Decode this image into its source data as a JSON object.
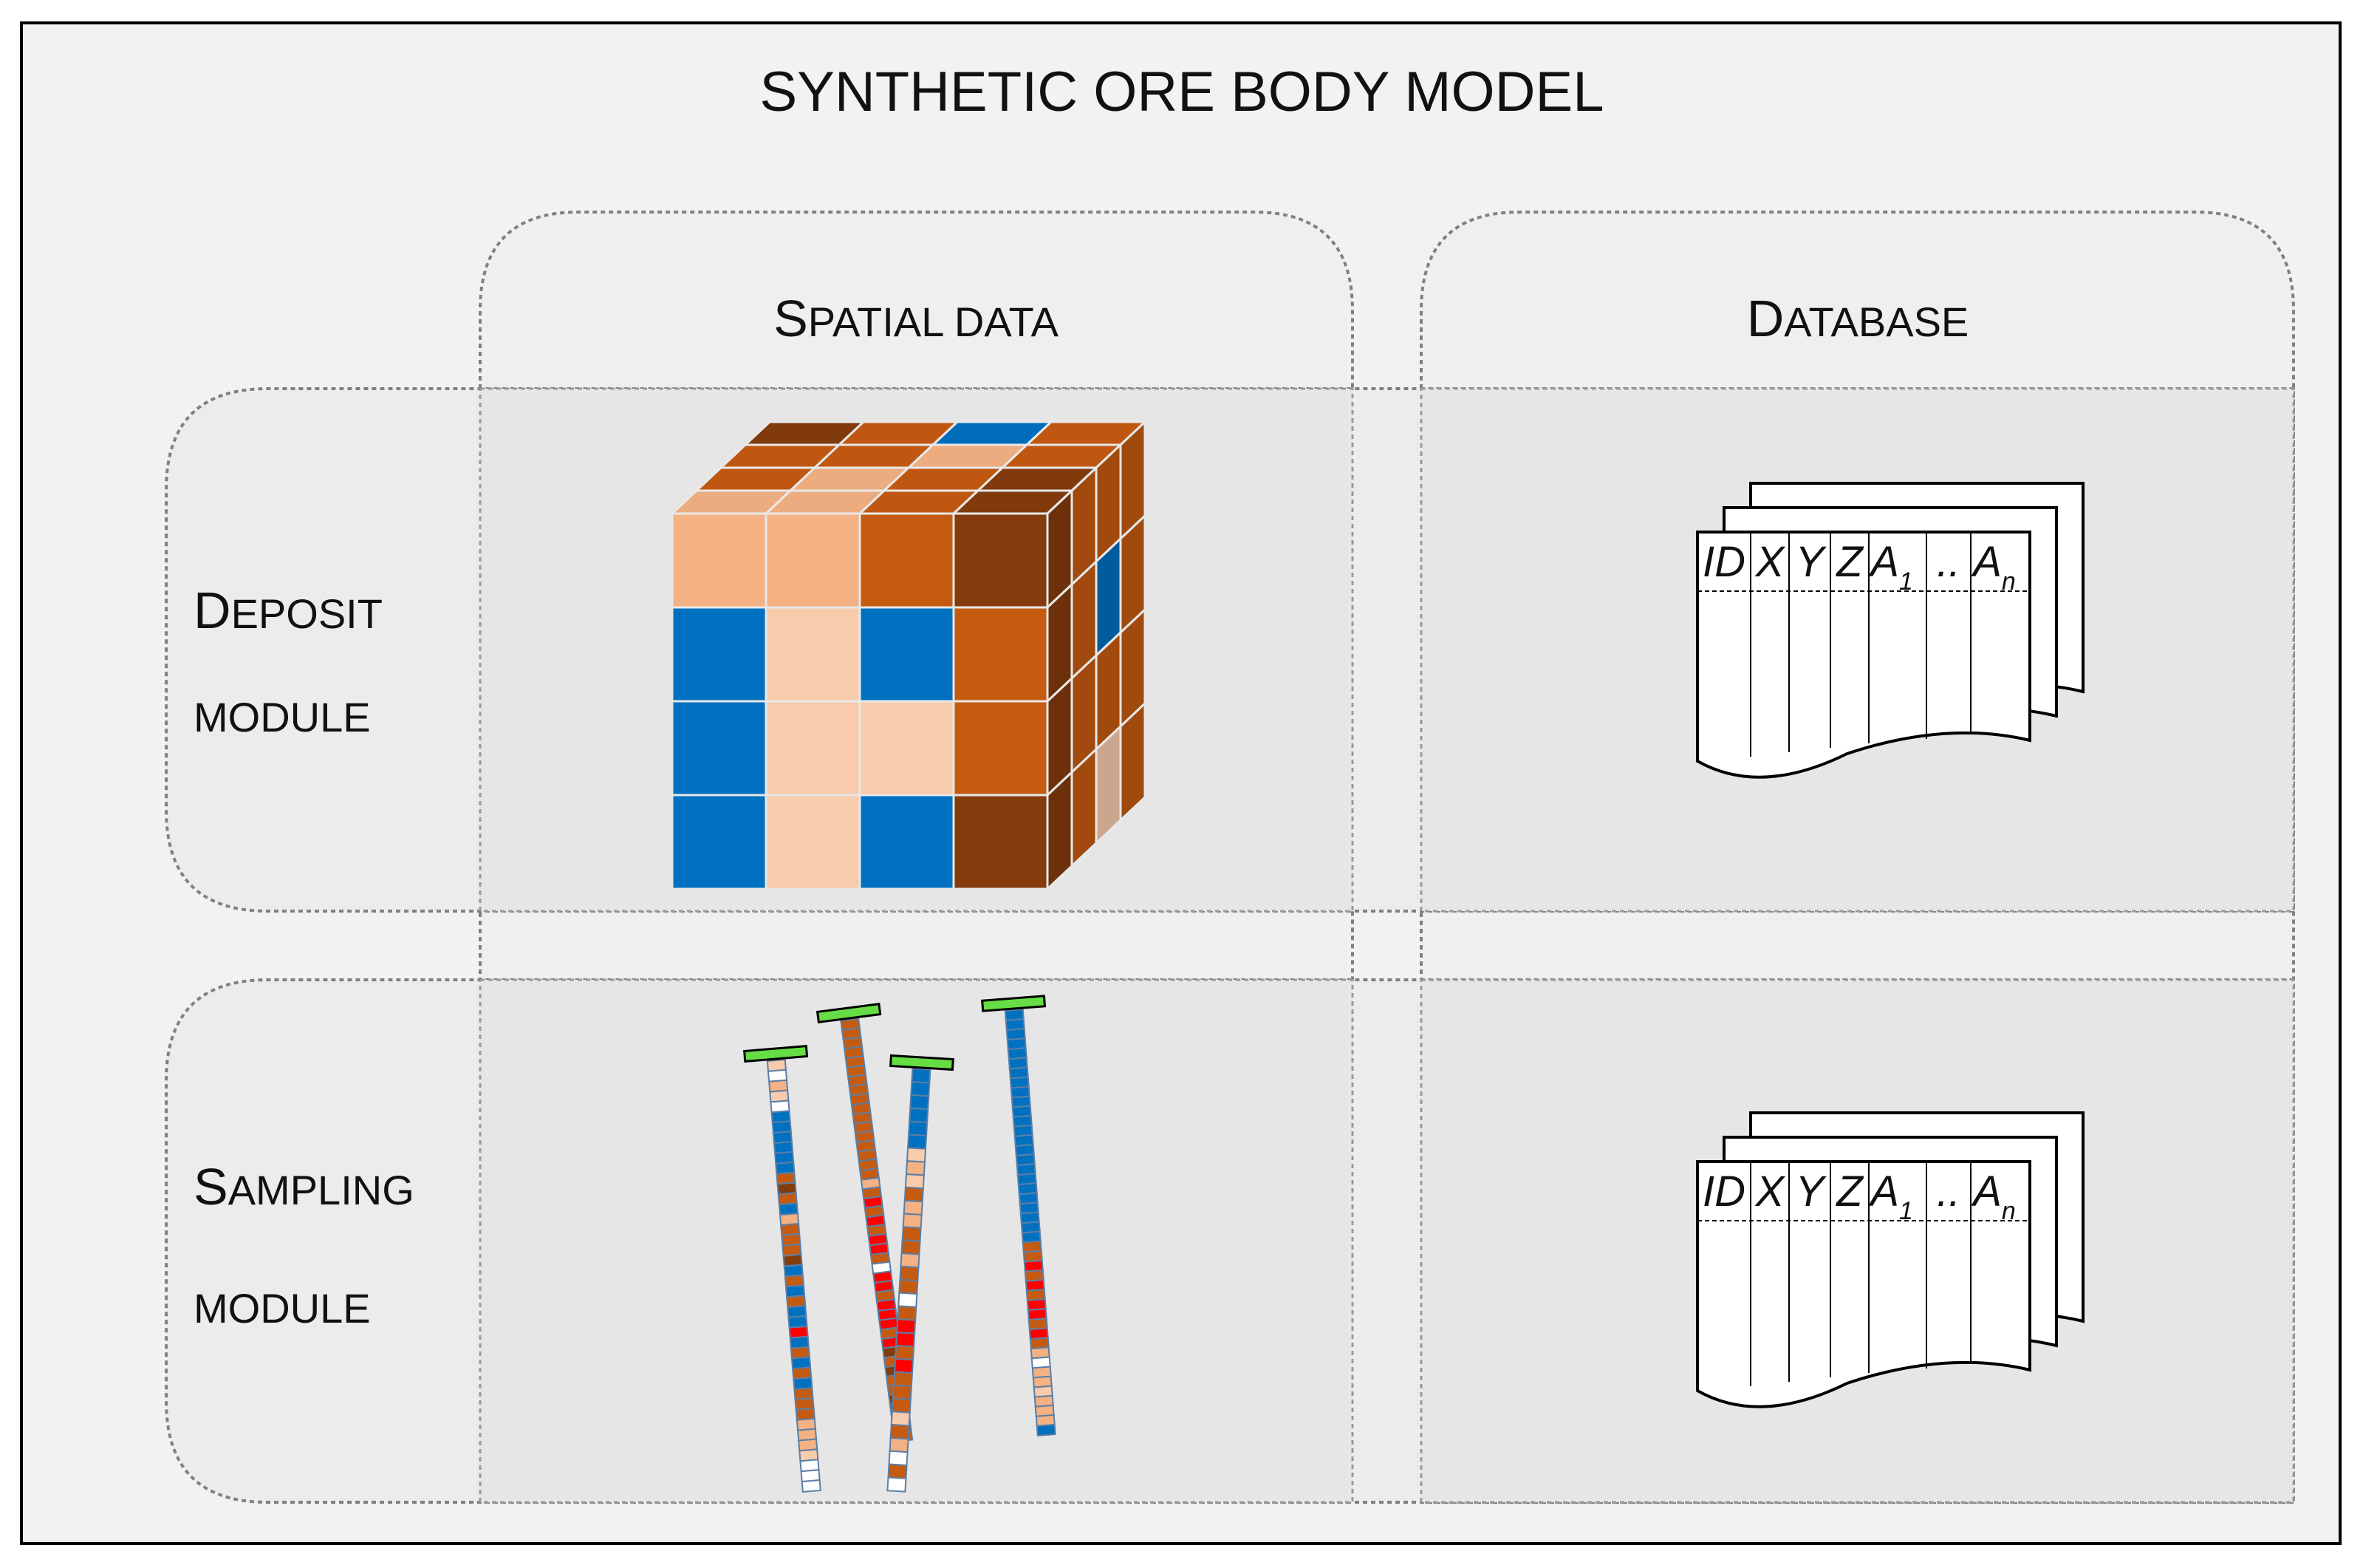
{
  "diagram": {
    "title": "SYNTHETIC ORE BODY MODEL",
    "columns": [
      {
        "first": "S",
        "rest": "PATIAL DATA"
      },
      {
        "first": "D",
        "rest": "ATABASE"
      }
    ],
    "rows": [
      {
        "line1_first": "D",
        "line1_rest": "EPOSIT",
        "line2": "MODULE"
      },
      {
        "line1_first": "S",
        "line1_rest": "AMPLING",
        "line2": "MODULE"
      }
    ],
    "database_headers": [
      {
        "label": "ID",
        "sub": ""
      },
      {
        "label": "X",
        "sub": ""
      },
      {
        "label": "Y",
        "sub": ""
      },
      {
        "label": "Z",
        "sub": ""
      },
      {
        "label": "A",
        "sub": "1"
      },
      {
        "label": "..",
        "sub": ""
      },
      {
        "label": "A",
        "sub": "n"
      }
    ],
    "colors": {
      "blue": "#0070c0",
      "light_peach": "#f8cbad",
      "peach": "#f4b183",
      "orange": "#c55a11",
      "dark_brown": "#843c0c",
      "red": "#ff0000",
      "white": "#ffffff",
      "collar_green": "#66dd44",
      "panel_fill": "#efefef",
      "cell_fill": "#e6e6e6"
    },
    "cube": {
      "front_grid": [
        [
          "peach",
          "peach",
          "orange",
          "dark_brown"
        ],
        [
          "blue",
          "light_peach",
          "blue",
          "orange"
        ],
        [
          "blue",
          "light_peach",
          "light_peach",
          "orange"
        ],
        [
          "blue",
          "light_peach",
          "blue",
          "dark_brown"
        ]
      ],
      "top_grid": [
        [
          "dark_brown",
          "orange",
          "blue",
          "orange"
        ],
        [
          "orange",
          "orange",
          "peach",
          "orange"
        ],
        [
          "orange",
          "peach",
          "orange",
          "dark_brown"
        ],
        [
          "peach",
          "peach",
          "orange",
          "dark_brown"
        ]
      ],
      "side_grid": [
        [
          "dark_brown",
          "orange",
          "orange",
          "orange"
        ],
        [
          "dark_brown",
          "orange",
          "blue",
          "orange"
        ],
        [
          "dark_brown",
          "orange",
          "orange",
          "orange"
        ],
        [
          "dark_brown",
          "orange",
          "light_peach",
          "orange"
        ]
      ]
    },
    "drillholes": [
      {
        "segments": [
          "light_peach",
          "white",
          "peach",
          "light_peach",
          "white",
          "blue",
          "blue",
          "blue",
          "blue",
          "blue",
          "blue",
          "orange",
          "dark_brown",
          "orange",
          "blue",
          "peach",
          "orange",
          "orange",
          "orange",
          "dark_brown",
          "blue",
          "orange",
          "blue",
          "orange",
          "blue",
          "blue",
          "red",
          "blue",
          "orange",
          "blue",
          "orange",
          "blue",
          "orange",
          "orange",
          "orange",
          "peach",
          "peach",
          "peach",
          "light_peach",
          "white",
          "white",
          "white"
        ]
      },
      {
        "segments": [
          "orange",
          "orange",
          "orange",
          "orange",
          "orange",
          "orange",
          "orange",
          "orange",
          "orange",
          "orange",
          "orange",
          "orange",
          "orange",
          "orange",
          "orange",
          "orange",
          "orange",
          "peach",
          "orange",
          "red",
          "orange",
          "red",
          "orange",
          "red",
          "red",
          "orange",
          "white",
          "red",
          "red",
          "orange",
          "red",
          "red",
          "red",
          "orange",
          "red",
          "dark_brown",
          "orange",
          "dark_brown",
          "orange",
          "orange",
          "dark_brown",
          "dark_brown",
          "orange",
          "dark_brown",
          "orange"
        ]
      },
      {
        "segments": [
          "blue",
          "blue",
          "blue",
          "blue",
          "blue",
          "blue",
          "light_peach",
          "peach",
          "light_peach",
          "orange",
          "peach",
          "peach",
          "orange",
          "orange",
          "peach",
          "orange",
          "orange",
          "white",
          "orange",
          "red",
          "red",
          "orange",
          "red",
          "orange",
          "orange",
          "orange",
          "light_peach",
          "orange",
          "peach",
          "white",
          "orange",
          "white"
        ]
      },
      {
        "segments": [
          "blue",
          "blue",
          "blue",
          "blue",
          "blue",
          "blue",
          "blue",
          "blue",
          "blue",
          "blue",
          "blue",
          "blue",
          "blue",
          "blue",
          "blue",
          "blue",
          "blue",
          "blue",
          "blue",
          "blue",
          "blue",
          "blue",
          "blue",
          "blue",
          "orange",
          "orange",
          "red",
          "orange",
          "red",
          "orange",
          "red",
          "red",
          "orange",
          "red",
          "orange",
          "peach",
          "white",
          "peach",
          "peach",
          "light_peach",
          "peach",
          "peach",
          "peach",
          "blue"
        ]
      }
    ]
  }
}
